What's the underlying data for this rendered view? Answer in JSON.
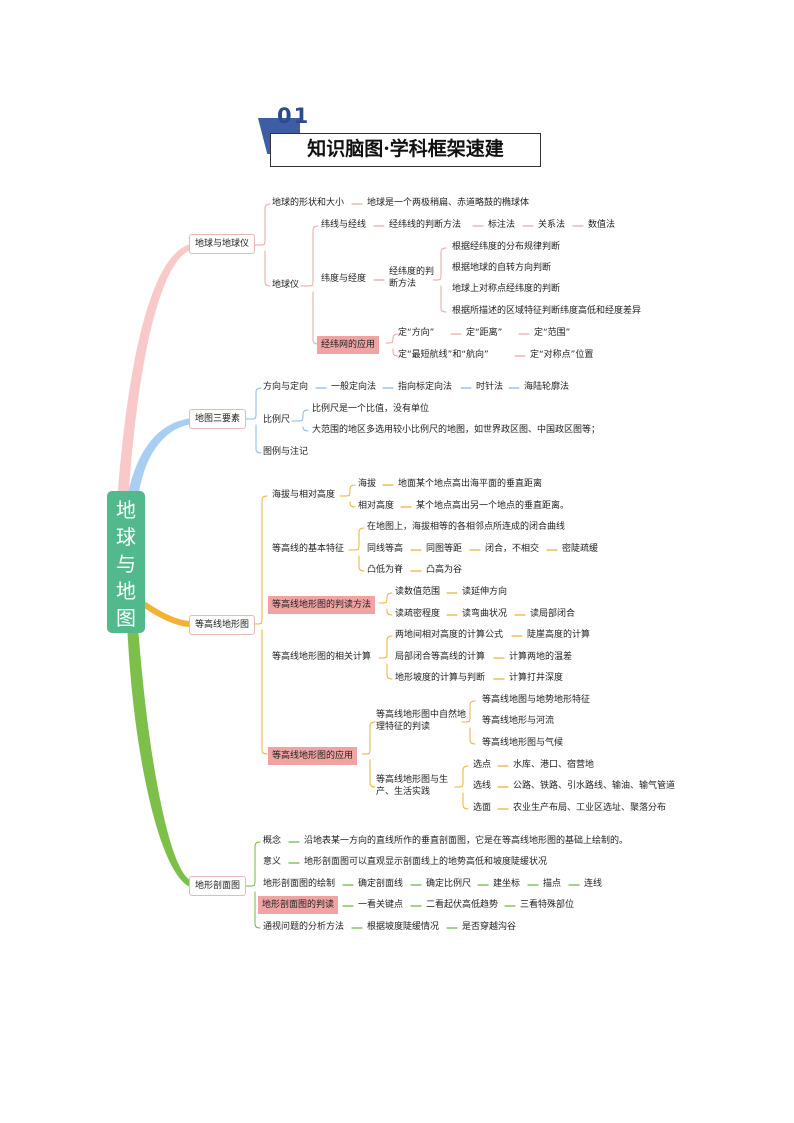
{
  "header": {
    "number": "01",
    "title": "知识脑图·学科框架速建"
  },
  "root": {
    "label": "地球与地图"
  },
  "branches": [
    {
      "label": "地球与地球仪"
    },
    {
      "label": "地图三要素"
    },
    {
      "label": "等高线地形图"
    },
    {
      "label": "地形剖面图"
    }
  ],
  "b1": {
    "shape_label": "地球的形状和大小",
    "shape_desc": "地球是一个两极稍扁、赤道略鼓的椭球体",
    "globe_label": "地球仪",
    "latlon_line": "纬线与经线",
    "latlon_method": "经纬线的判断方法",
    "methods": [
      "标注法",
      "关系法",
      "数值法"
    ],
    "latlon_deg": "纬度与经度",
    "deg_method": "经纬度的判断方法",
    "deg_items": [
      "根据经纬度的分布规律判断",
      "根据地球的自转方向判断",
      "地球上对称点经纬度的判断",
      "根据所描述的区域特征判断纬度高低和经度差异"
    ],
    "app_label": "经纬网的应用",
    "app_row1": [
      "定“方向”",
      "定“距离”",
      "定“范围”"
    ],
    "app_row2": [
      "定“最短航线”和“航向”",
      "定“对称点”位置"
    ]
  },
  "b2": {
    "dir_label": "方向与定向",
    "dir_items": [
      "一般定向法",
      "指向标定向法",
      "时针法",
      "海陆轮廓法"
    ],
    "scale_label": "比例尺",
    "scale_items": [
      "比例尺是一个比值，没有单位",
      "大范围的地区多选用较小比例尺的地图，如世界政区图、中国政区图等；"
    ],
    "legend_label": "图例与注记"
  },
  "b3": {
    "alt_label": "海拔与相对高度",
    "alt_items": [
      {
        "k": "海拔",
        "v": "地面某个地点高出海平面的垂直距离"
      },
      {
        "k": "相对高度",
        "v": "某个地点高出另一个地点的垂直距离。"
      }
    ],
    "contour_label": "等高线的基本特征",
    "contour_line1": "在地图上，海拔相等的各相邻点所连成的闭合曲线",
    "contour_row2": [
      "同线等高",
      "同图等距",
      "闭合，不相交",
      "密陡疏缓"
    ],
    "contour_row3": [
      "凸低为脊",
      "凸高为谷"
    ],
    "read_label": "等高线地形图的判读方法",
    "read_row1": [
      "读数值范围",
      "读延伸方向"
    ],
    "read_row2": [
      "读疏密程度",
      "读弯曲状况",
      "读局部闭合"
    ],
    "calc_label": "等高线地形图的相关计算",
    "calc_rows": [
      [
        "两地间相对高度的计算公式",
        "陡崖高度的计算"
      ],
      [
        "局部闭合等高线的计算",
        "计算两地的温差"
      ],
      [
        "地形坡度的计算与判断",
        "计算打井深度"
      ]
    ],
    "apply_label": "等高线地形图的应用",
    "nature_label": "等高线地形图中自然地理特征的判读",
    "nature_items": [
      "等高线地图与地势地形特征",
      "等高线地形与河流",
      "等高线地形图与气候"
    ],
    "life_label": "等高线地形图与生产、生活实践",
    "life_items": [
      {
        "k": "选点",
        "v": "水库、港口、宿营地"
      },
      {
        "k": "选线",
        "v": "公路、铁路、引水路线、输油、输气管道"
      },
      {
        "k": "选面",
        "v": "农业生产布局、工业区选址、聚落分布"
      }
    ]
  },
  "b4": {
    "concept_label": "概念",
    "concept_desc": "沿地表某一方向的直线所作的垂直剖面图，它是在等高线地形图的基础上绘制的。",
    "meaning_label": "意义",
    "meaning_desc": "地形剖面图可以直观显示剖面线上的地势高低和坡度陡缓状况",
    "draw_label": "地形剖面图的绘制",
    "draw_steps": [
      "确定剖面线",
      "确定比例尺",
      "建坐标",
      "描点",
      "连线"
    ],
    "judge_label": "地形剖面图的判读",
    "judge_steps": [
      "一看关键点",
      "二看起伏高低趋势",
      "三看特殊部位"
    ],
    "sight_label": "通视问题的分析方法",
    "sight_steps": [
      "根据坡度陡缓情况",
      "是否穿越沟谷"
    ]
  }
}
